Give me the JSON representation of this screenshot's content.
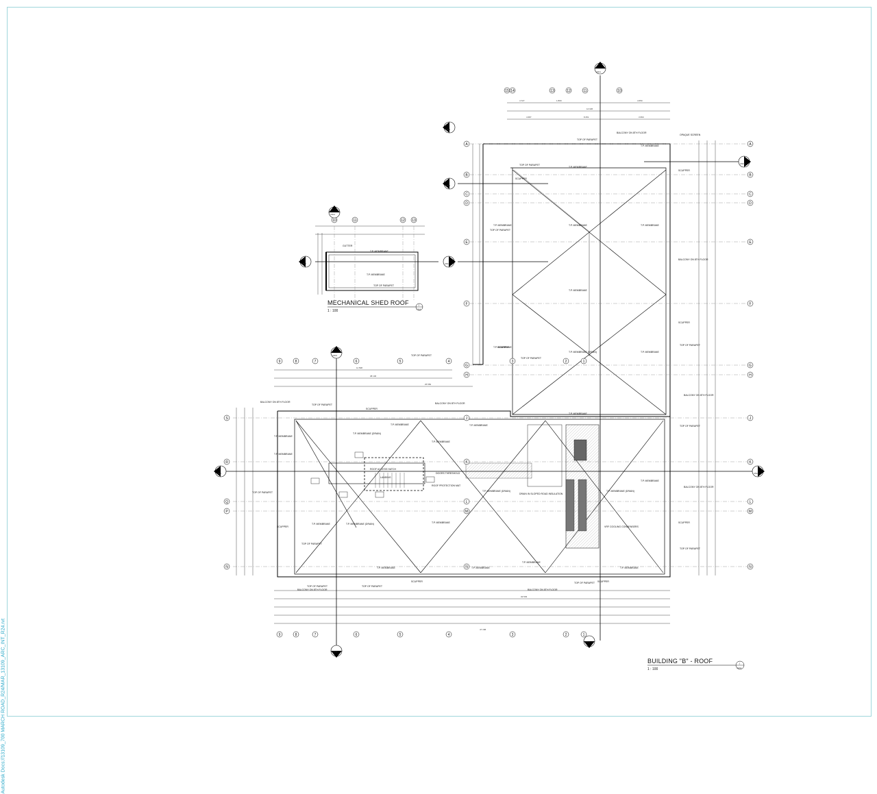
{
  "sheet_path": "Autodesk Docs://13109_700 MARCH ROAD_R24/MAR_13109_ARC_INT_R24.rvt",
  "views": {
    "mech": {
      "title": "MECHANICAL SHED ROOF",
      "scale": "1 : 100",
      "ref_num": "2",
      "ref_sheet": "A211"
    },
    "main": {
      "title": "BUILDING \"B\" - ROOF",
      "scale": "1 : 100",
      "ref_num": "1",
      "ref_sheet": "A211"
    }
  },
  "labels": {
    "tpo": "T.P. MEMBRANE",
    "tpo_drain": "T.P. MEMBRANE (DRAIN)",
    "top_parapet": "TOP OF PARAPET",
    "scupper": "SCUPPER",
    "gutter": "GUTTER",
    "balcony": "BALCONY ON 8TH FLOOR",
    "opaque": "OPAQUE SCREEN",
    "doors": "DOORS THRESHOLD",
    "roof_path": "ROOF PROTECTION MAT",
    "drain_slope": "DRAIN IN SLOPED ROAD INSULATION",
    "vrf": "VRF COOLING CONDENSERS",
    "landing": "LANDING",
    "access": "ROOF ACCESS HATCH"
  },
  "grid_top": [
    "15",
    "14",
    "13",
    "12",
    "11",
    "10"
  ],
  "grid_right": [
    "A",
    "B",
    "C",
    "D",
    "E",
    "F",
    "G",
    "H",
    "J",
    "K",
    "L",
    "M",
    "N"
  ],
  "grid_left": [
    "S",
    "R",
    "Q",
    "P",
    "N"
  ],
  "grid_bottom": [
    "9",
    "8",
    "7",
    "6",
    "5",
    "4",
    "3",
    "2",
    "1"
  ],
  "grid_mech": [
    "10",
    "11",
    "12",
    "13"
  ],
  "sections": {
    "s1": "A501",
    "s2": "A502",
    "s3": "A503",
    "s4": "A504"
  },
  "dims": {
    "d1": "4 727",
    "d2": "1 800",
    "d3": "4 650",
    "d4": "14 026",
    "d5": "4 687",
    "d6": "8 251",
    "d7": "3 950",
    "d8": "11 508",
    "d9": "38 130",
    "d10": "25 550",
    "d11": "47 158",
    "d12": "32 503"
  }
}
